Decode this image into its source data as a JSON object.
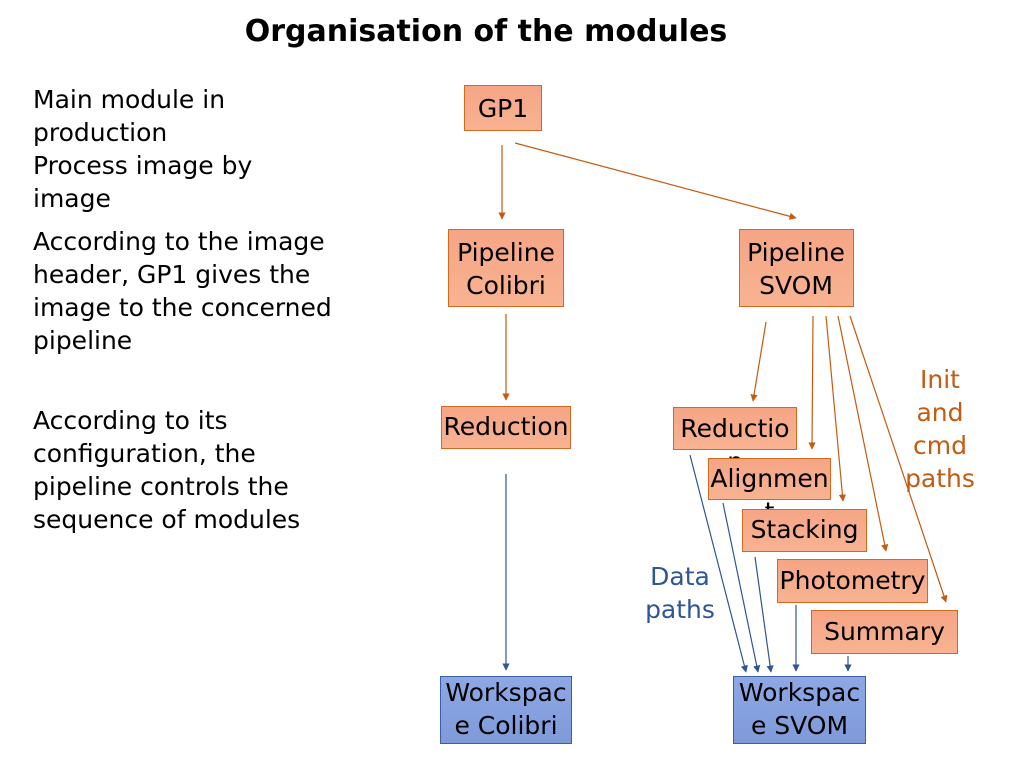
{
  "title": "Organisation of the modules",
  "descriptions": {
    "main_module": [
      "Main module in",
      "production",
      "Process image by",
      "image"
    ],
    "gp1_header": [
      "According to the image",
      "header, GP1 gives the",
      "image to the concerned",
      "pipeline"
    ],
    "pipeline_config": [
      "According to its",
      "configuration, the",
      "pipeline controls the",
      "sequence of modules"
    ]
  },
  "nodes": {
    "gp1": "GP1",
    "pipeline_colibri": "Pipeline Colibri",
    "pipeline_svom": "Pipeline SVOM",
    "reduction_colibri": "Reduction",
    "reduction_svom": "Reduction",
    "alignment": "Alignment",
    "stacking": "Stacking",
    "photometry": "Photometry",
    "summary": "Summary",
    "workspace_colibri": "Workspace Colibri",
    "workspace_svom": "Workspace SVOM"
  },
  "annotations": {
    "init_cmd_paths": "Init and cmd paths",
    "data_paths": "Data paths"
  },
  "colors": {
    "module_fill": "#f5a585",
    "module_border": "#d2691e",
    "workspace_fill": "#8ea8e6",
    "control_arrow": "#c55a11",
    "data_arrow": "#2f5597"
  }
}
